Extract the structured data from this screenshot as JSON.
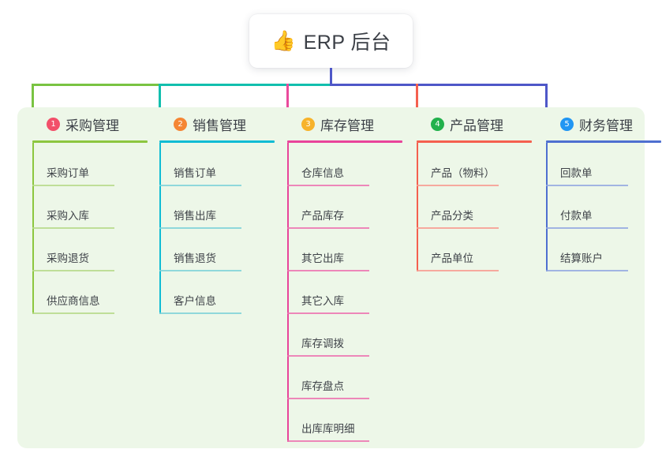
{
  "title": {
    "icon": "thumbs-up-icon",
    "icon_glyph": "👍",
    "text": "ERP 后台"
  },
  "colors": {
    "panel_bg": "#edf7e8",
    "page_bg": "#ffffff",
    "root_connector": "#4e57c8",
    "trunk_green": "#79c342",
    "trunk_teal": "#12bfae",
    "trunk_blue": "#4e57c8",
    "text": "#3b3f46"
  },
  "columns": [
    {
      "number": "1",
      "title": "采购管理",
      "badge_color": "#f2506a",
      "line_color": "#8cc63f",
      "item_line_color": "#b6d98a",
      "drop_color": "#79c342",
      "items": [
        {
          "label": "采购订单"
        },
        {
          "label": "采购入库"
        },
        {
          "label": "采购退货"
        },
        {
          "label": "供应商信息"
        }
      ]
    },
    {
      "number": "2",
      "title": "销售管理",
      "badge_color": "#f58634",
      "line_color": "#0fbcd4",
      "item_line_color": "#7ed2d8",
      "drop_color": "#12bfae",
      "items": [
        {
          "label": "销售订单"
        },
        {
          "label": "销售出库"
        },
        {
          "label": "销售退货"
        },
        {
          "label": "客户信息"
        }
      ]
    },
    {
      "number": "3",
      "title": "库存管理",
      "badge_color": "#f7b32b",
      "line_color": "#e8449a",
      "item_line_color": "#ec73b0",
      "drop_color": "#ea4a9c",
      "items": [
        {
          "label": "仓库信息"
        },
        {
          "label": "产品库存"
        },
        {
          "label": "其它出库"
        },
        {
          "label": "其它入库"
        },
        {
          "label": "库存调拨"
        },
        {
          "label": "库存盘点"
        },
        {
          "label": "出库库明细"
        }
      ]
    },
    {
      "number": "4",
      "title": "产品管理",
      "badge_color": "#22b14c",
      "line_color": "#f4604f",
      "item_line_color": "#f79b91",
      "drop_color": "#f4604f",
      "items": [
        {
          "label": "产品（物料）"
        },
        {
          "label": "产品分类"
        },
        {
          "label": "产品单位"
        }
      ]
    },
    {
      "number": "5",
      "title": "财务管理",
      "badge_color": "#2196f3",
      "line_color": "#4e6fd0",
      "item_line_color": "#93a8e0",
      "drop_color": "#4e57c8",
      "items": [
        {
          "label": "回款单"
        },
        {
          "label": "付款单"
        },
        {
          "label": "结算账户"
        }
      ]
    }
  ]
}
